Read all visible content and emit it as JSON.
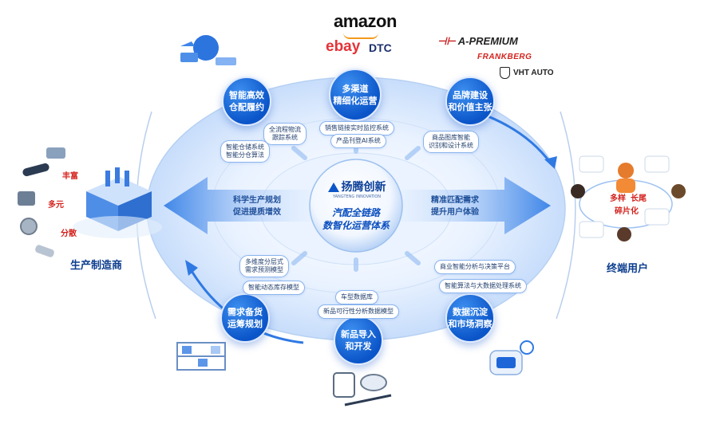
{
  "center": {
    "brand": "扬腾创新",
    "brand_sub": "YANGTENG INNOVATION",
    "title_line1": "汽配全链路",
    "title_line2": "数智化运营体系"
  },
  "channels": {
    "amazon": "amazon",
    "ebay": "ebay",
    "dtc": "DTC"
  },
  "brands": {
    "a_premium": "A-PREMIUM",
    "frankberg": "FRANKBERG",
    "vht": "VHT AUTO"
  },
  "nodes": {
    "operations": "多渠道\n精细化运营",
    "fulfillment": "智能高效\n仓配履约",
    "brand": "品牌建设\n和价值主张",
    "planning": "需求备货\n运筹规划",
    "product": "新品导入\n和开发",
    "data": "数据沉淀\n和市场洞察"
  },
  "pills": {
    "monitor": "销售链接实时监控系统",
    "product_ai": "产品刊登AI系统",
    "logistics": "全流程物流\n跟踪系统",
    "warehouse": "智能仓储系统\n智能分仓算法",
    "image": "商品图库智能\n识别和设计系统",
    "forecast": "多维度分层式\n需求预测模型",
    "inventory": "智能动态库存模型",
    "vehicle_db": "车型数据库",
    "feasibility": "新品可行性分析数据模型",
    "bi": "商业智能分析与决策平台",
    "bigdata": "智能算法与大数据处理系统"
  },
  "arrows": {
    "left": "科学生产规划\n促进提质增效",
    "right": "精准匹配需求\n提升用户体验"
  },
  "manufacturer": {
    "title": "生产制造商",
    "tags": [
      "丰富",
      "多元",
      "分散"
    ]
  },
  "users": {
    "title": "终端用户",
    "tags": [
      "多样",
      "长尾",
      "碎片化"
    ]
  },
  "colors": {
    "primary": "#0b55c9",
    "accent_red": "#d3231e",
    "dark_blue": "#0c3d8f"
  }
}
